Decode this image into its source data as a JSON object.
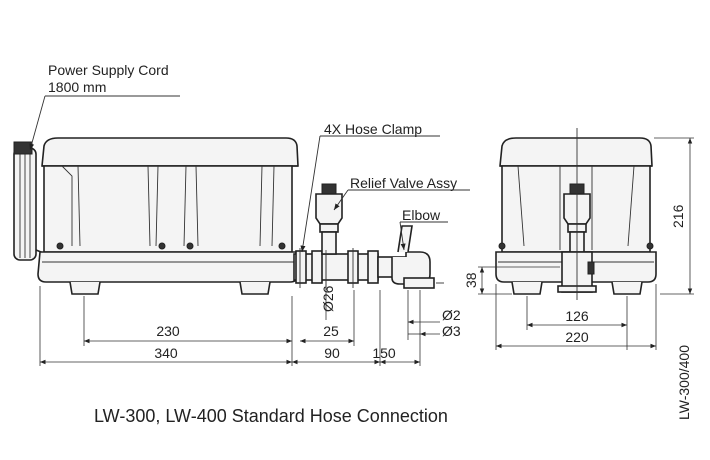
{
  "labels": {
    "power_supply_cord": "Power Supply Cord",
    "power_supply_cord_length": "1800 mm",
    "hose_clamp": "4X Hose Clamp",
    "relief_valve": "Relief Valve Assy",
    "elbow": "Elbow"
  },
  "dimensions": {
    "d230": "230",
    "d340": "340",
    "d25": "25",
    "d90": "90",
    "d150": "150",
    "dia26": "Ø26",
    "dia2": "Ø2",
    "dia3": "Ø3",
    "d126": "126",
    "d220": "220",
    "d216": "216",
    "d38": "38"
  },
  "caption": "LW-300, LW-400 Standard Hose Connection",
  "model_code": "LW-300/400"
}
